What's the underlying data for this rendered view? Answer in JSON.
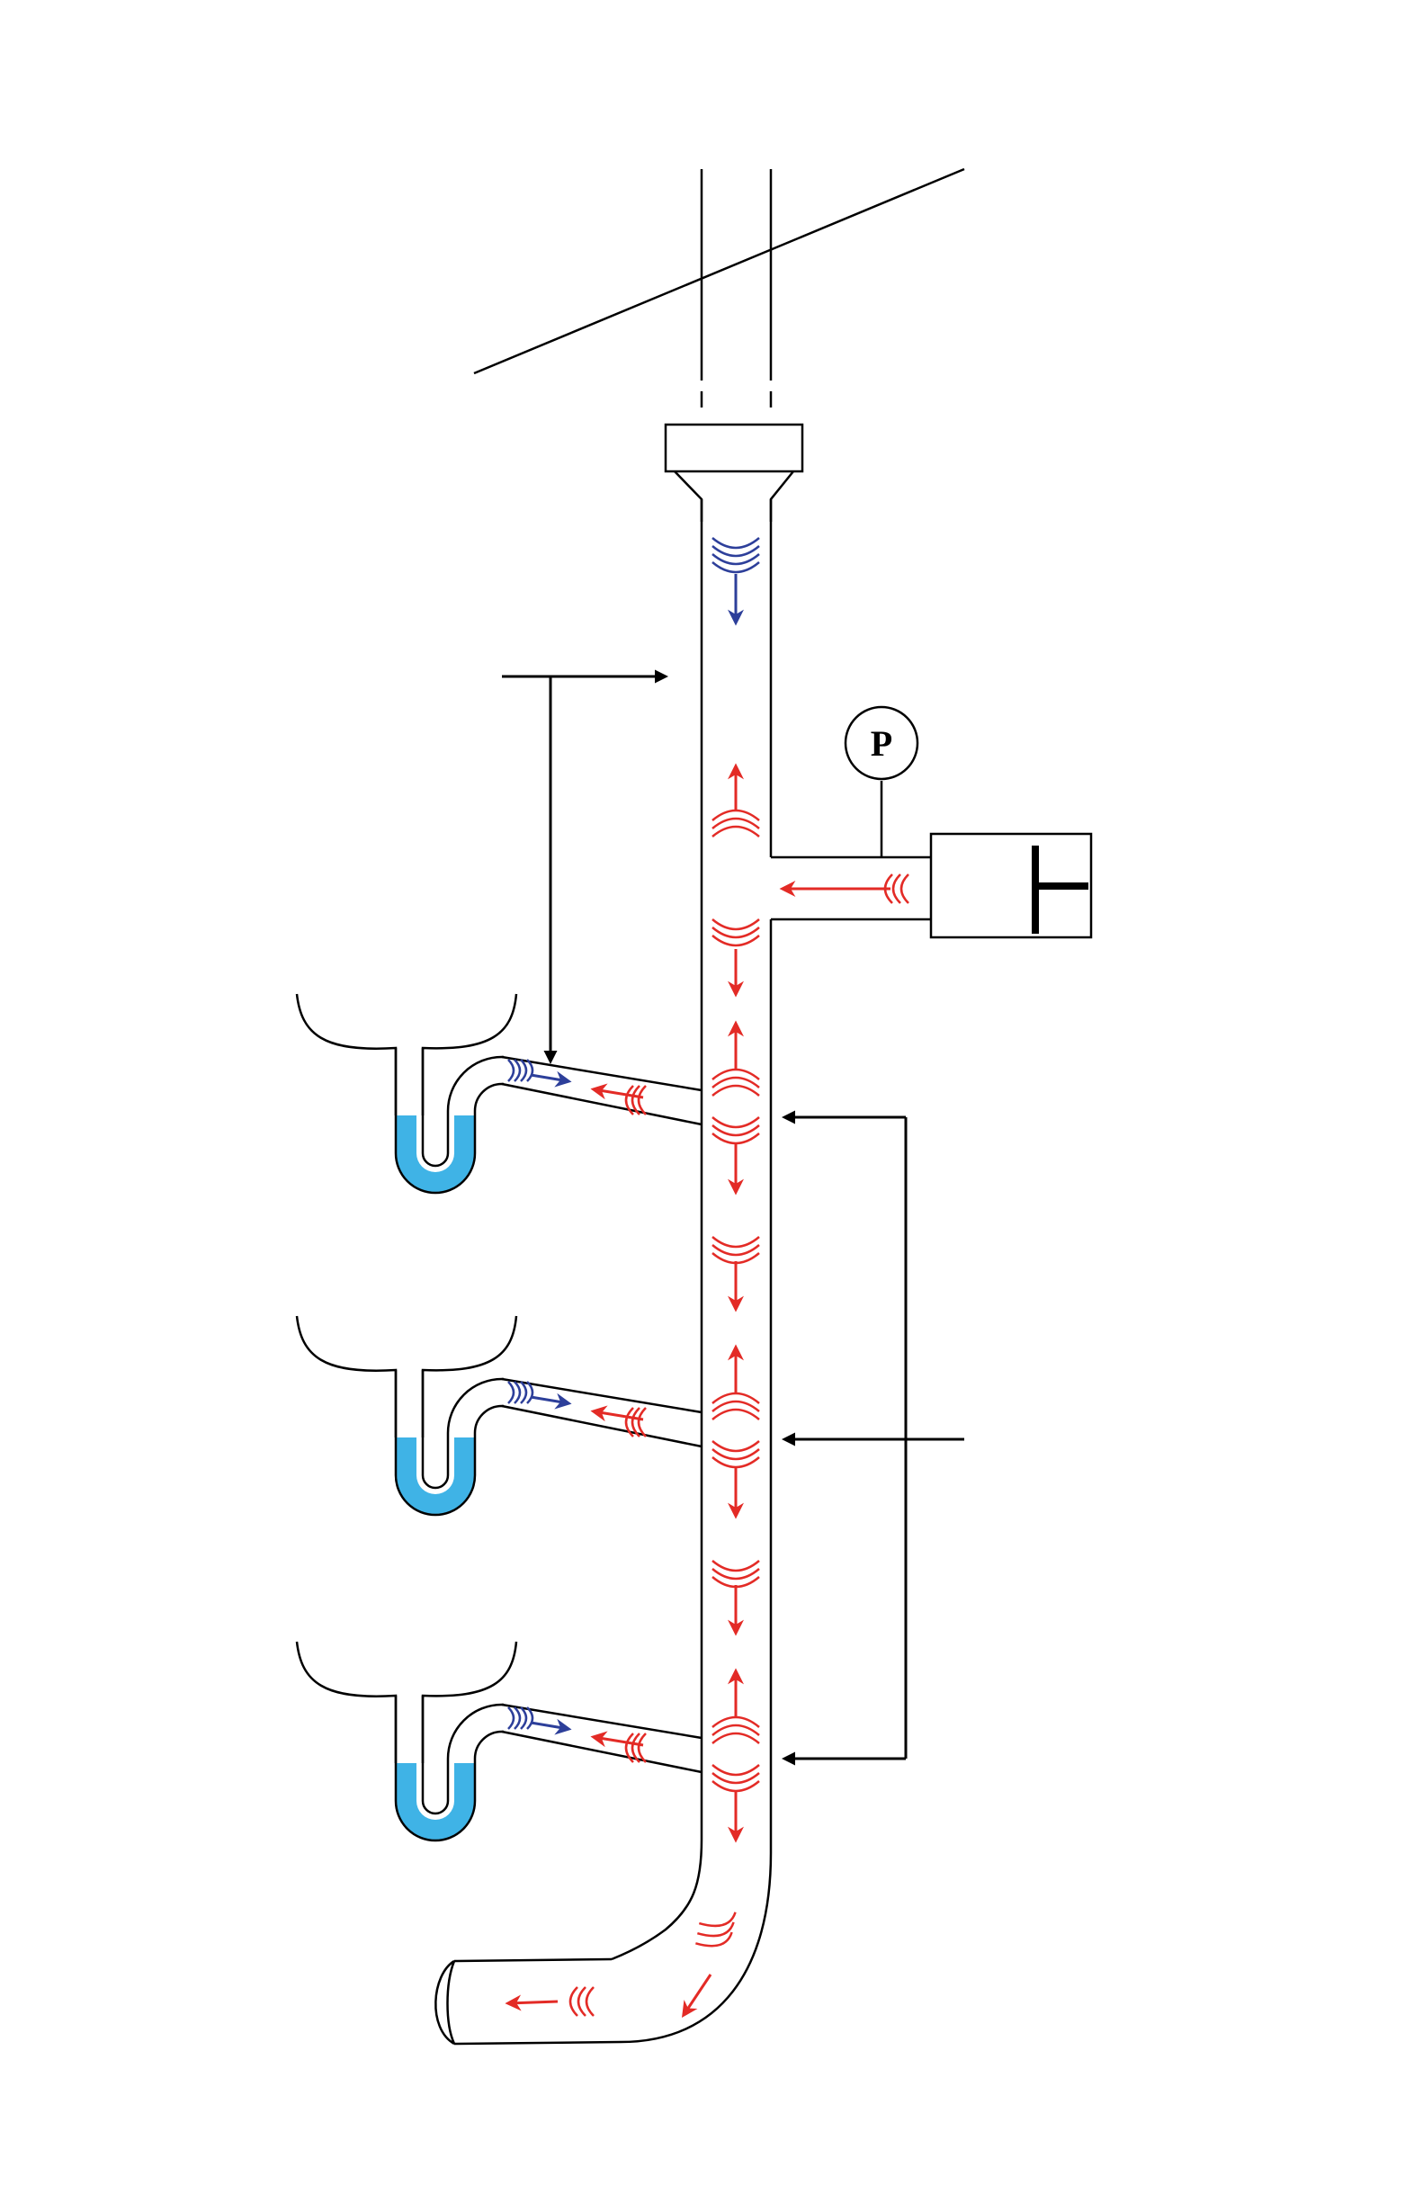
{
  "diagram": {
    "gauge_label": "P",
    "colors": {
      "line": "#000000",
      "positive_pressure": "#e32b26",
      "negative_pressure": "#2d3f9a",
      "trap_water": "#3fb3e6",
      "background": "#ffffff"
    },
    "icons": {
      "pressure_gauge": "circle-gauge",
      "fan_symbol": "t-shaped-fan",
      "pressure_wave": "concentric-arc-wave",
      "flow_arrow": "arrow"
    }
  }
}
